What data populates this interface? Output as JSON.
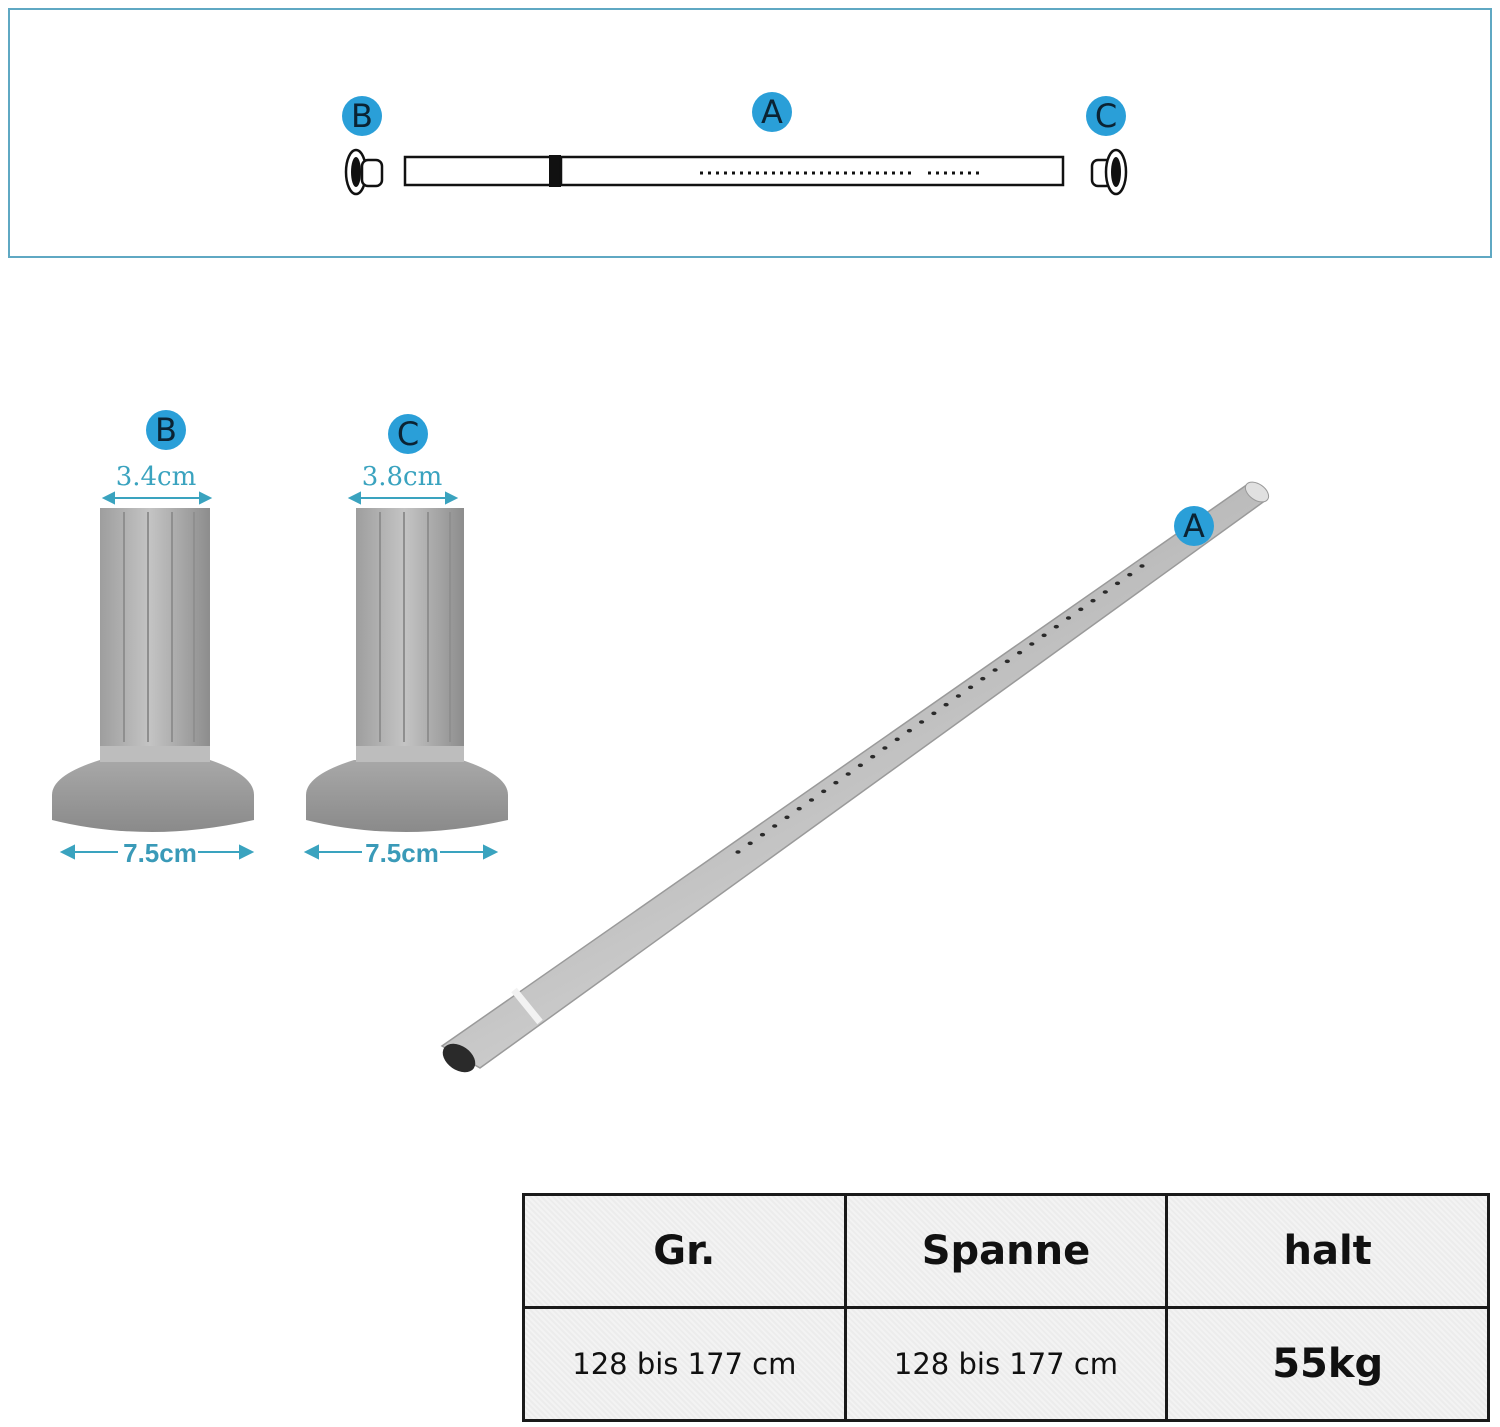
{
  "top_diagram": {
    "label_b": "B",
    "label_a": "A",
    "label_c": "C"
  },
  "parts": {
    "b": {
      "label": "B",
      "top_width": "3.4cm",
      "base_width": "7.5cm"
    },
    "c": {
      "label": "C",
      "top_width": "3.8cm",
      "base_width": "7.5cm"
    },
    "a": {
      "label": "A"
    }
  },
  "spec_table": {
    "headers": [
      "Gr.",
      "Spanne",
      "halt"
    ],
    "values": [
      "128 bis 177 cm",
      "128 bis 177 cm",
      "55kg"
    ]
  },
  "colors": {
    "badge": "#2a9fd8",
    "dimension": "#3aa3bf",
    "panel_border": "#5fa8c3"
  }
}
